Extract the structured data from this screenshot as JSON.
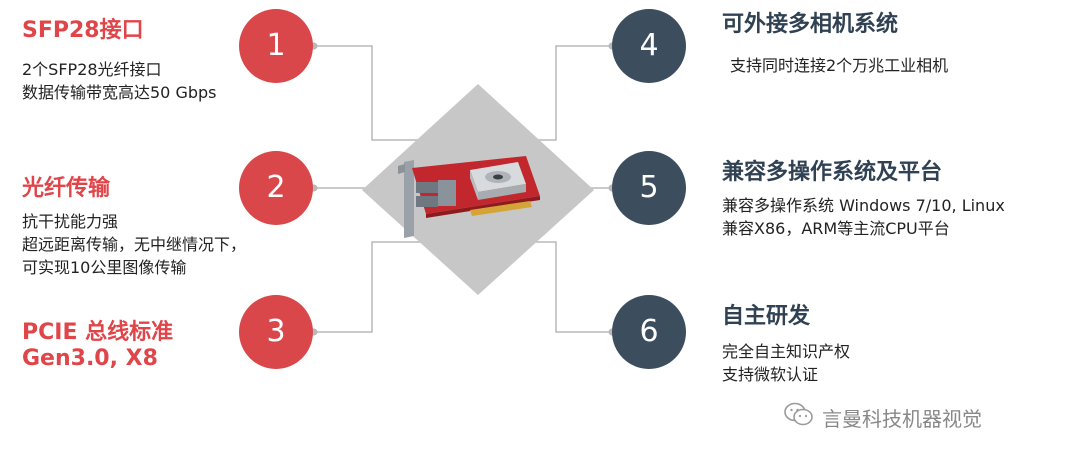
{
  "features": [
    {
      "num": "1",
      "title": "SFP28接口",
      "lines": [
        "2个SFP28光纤接口",
        "数据传输带宽高达50 Gbps"
      ]
    },
    {
      "num": "2",
      "title": "光纤传输",
      "lines": [
        "抗干扰能力强",
        "超远距离传输，无中继情况下，",
        "可实现10公里图像传输"
      ]
    },
    {
      "num": "3",
      "title_lines": [
        "PCIE 总线标准",
        "Gen3.0, X8"
      ]
    },
    {
      "num": "4",
      "title": "可外接多相机系统",
      "lines": [
        "支持同时连接2个万兆工业相机"
      ]
    },
    {
      "num": "5",
      "title": "兼容多操作系统及平台",
      "lines": [
        "兼容多操作系统 Windows 7/10, Linux",
        "兼容X86，ARM等主流CPU平台"
      ]
    },
    {
      "num": "6",
      "title": "自主研发",
      "lines": [
        "完全自主知识产权",
        "支持微软认证"
      ]
    }
  ],
  "colors": {
    "red": "#d9474a",
    "navy": "#3c4d5e",
    "diamond": "#c7c7c7"
  },
  "footer": {
    "icon": "wechat-icon",
    "text": "言曼科技机器视觉"
  }
}
